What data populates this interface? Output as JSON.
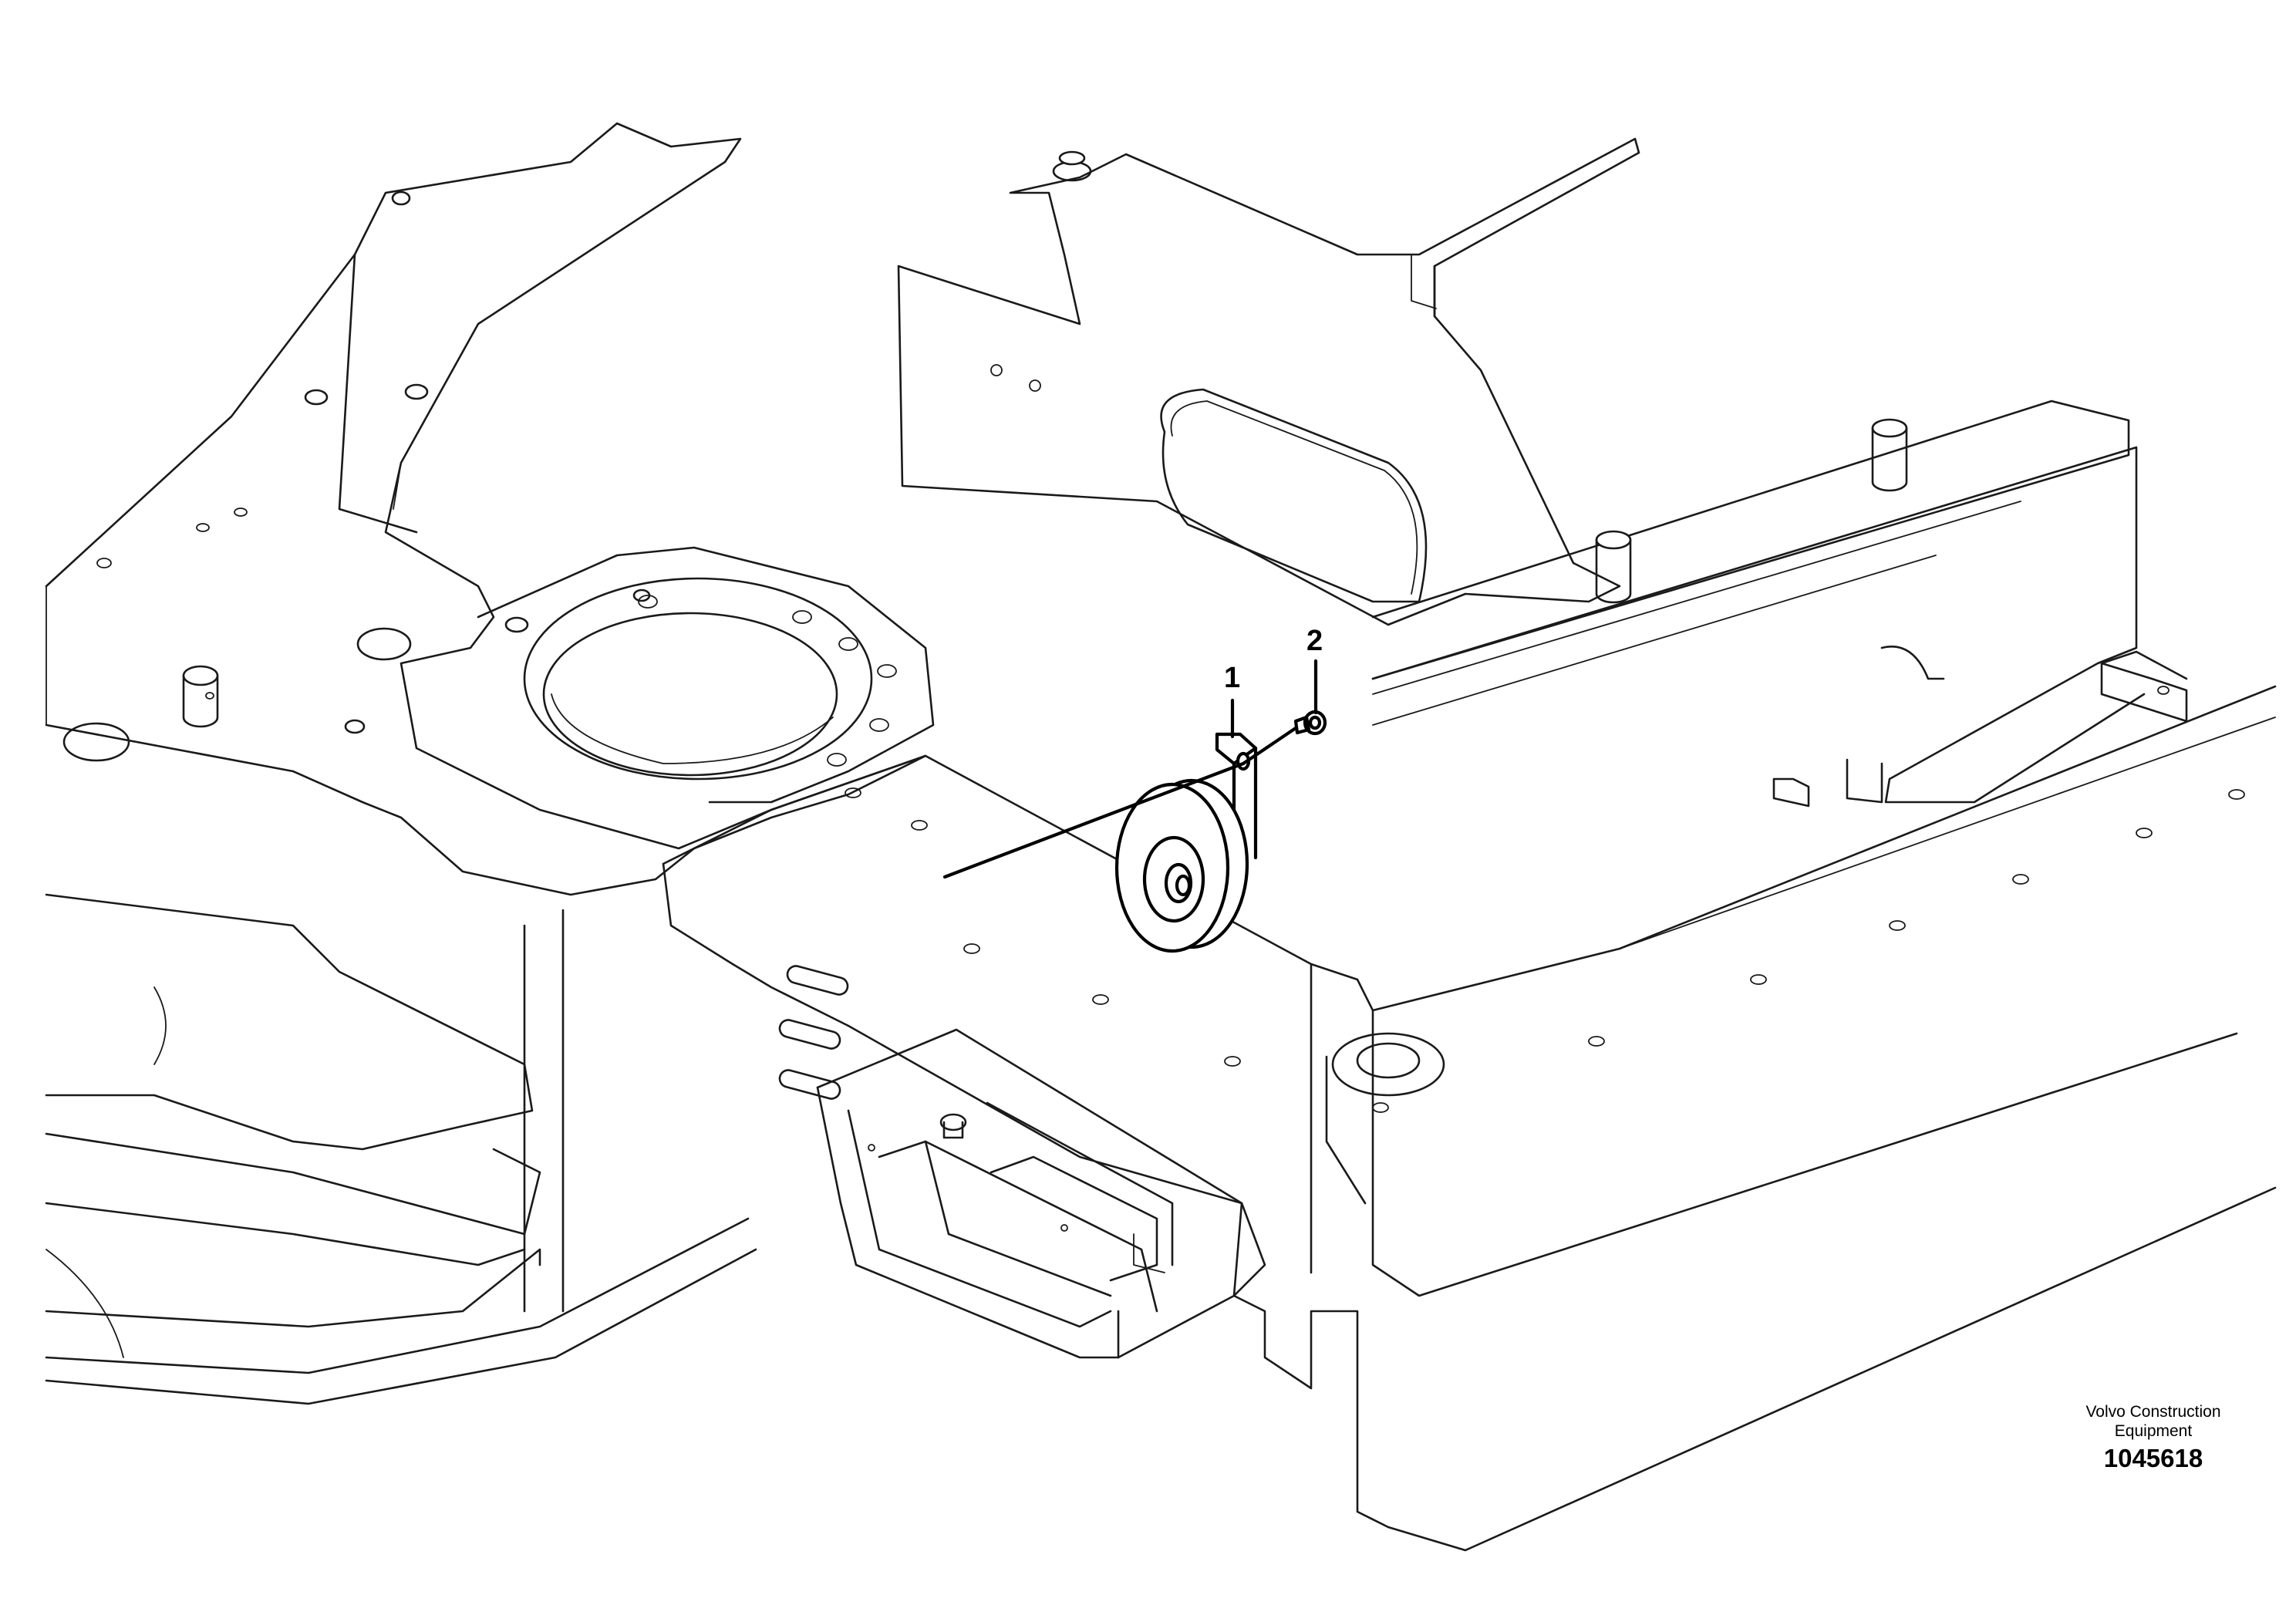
{
  "drawing": {
    "subject": "horn-mounting",
    "callouts": [
      {
        "id": "callout-1",
        "label": "1"
      },
      {
        "id": "callout-2",
        "label": "2"
      }
    ],
    "footer": {
      "brand_line_1": "Volvo Construction",
      "brand_line_2": "Equipment",
      "drawing_number": "1045618"
    },
    "colors": {
      "line": "#1a1a1a",
      "background": "#ffffff"
    }
  }
}
